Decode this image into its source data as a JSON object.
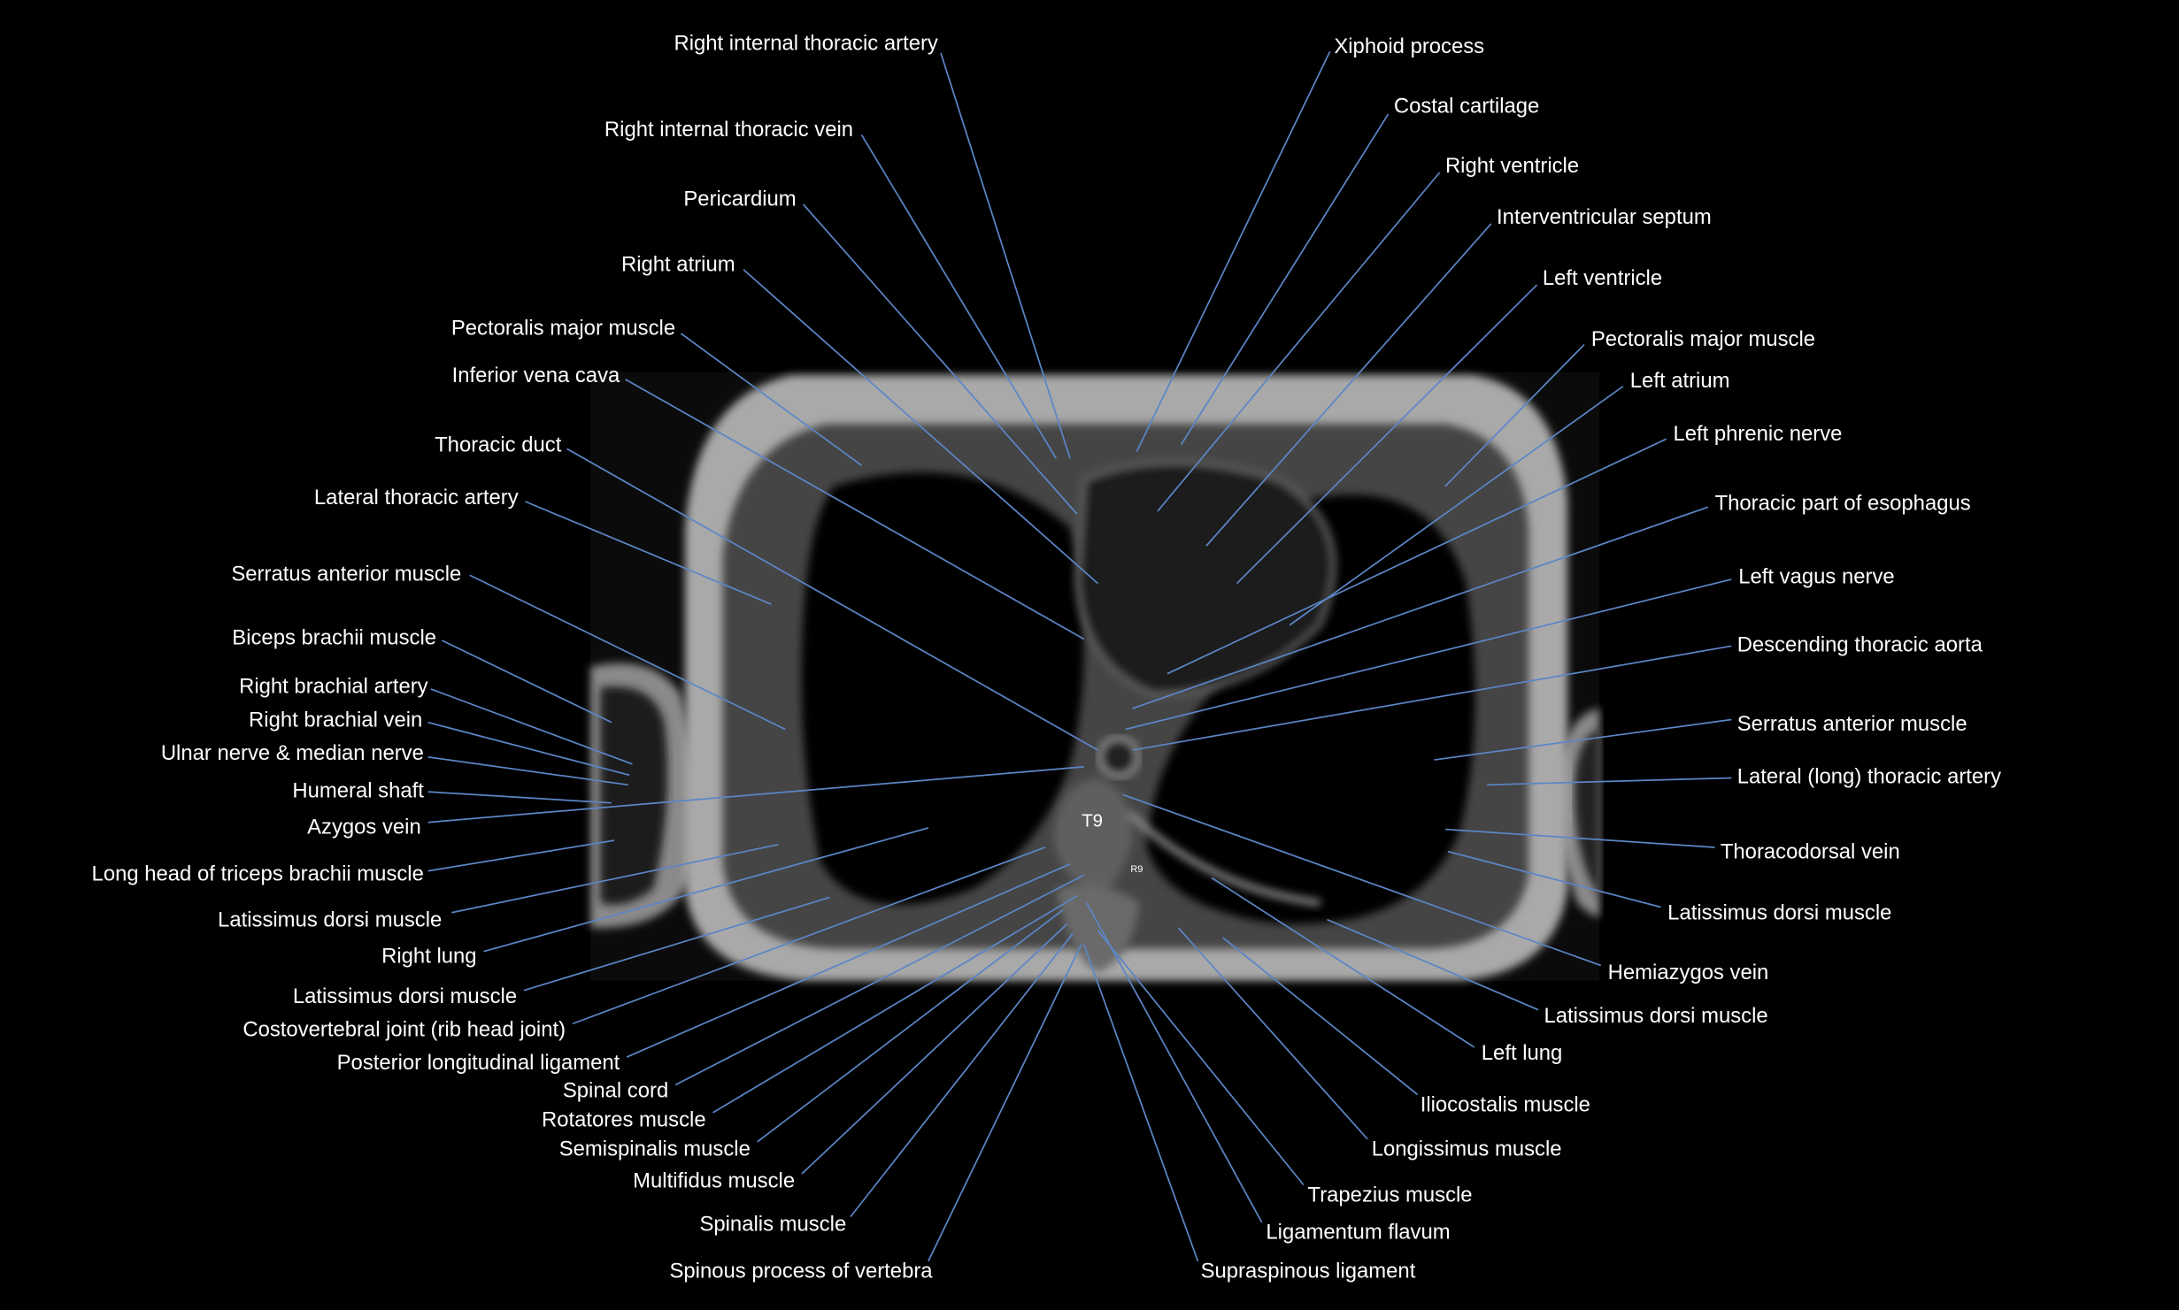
{
  "image": {
    "vertebra_label": "T9",
    "rib_label": "R9",
    "leader_color": "#5b86c6",
    "label_color": "#ffffff",
    "background": "#000000"
  },
  "labels_left": [
    "Right internal thoracic artery",
    "Right internal thoracic vein",
    "Pericardium",
    "Right atrium",
    "Pectoralis major muscle",
    "Inferior vena cava",
    "Thoracic duct",
    "Lateral thoracic artery",
    "Serratus anterior muscle",
    "Biceps brachii muscle",
    "Right brachial artery",
    "Right brachial vein",
    "Ulnar nerve & median nerve",
    "Humeral shaft",
    "Azygos vein",
    "Long head of triceps brachii muscle",
    "Latissimus dorsi muscle",
    "Right lung",
    "Latissimus dorsi muscle",
    "Costovertebral joint (rib head joint)",
    "Posterior longitudinal ligament",
    "Spinal cord",
    "Rotatores muscle",
    "Semispinalis muscle",
    "Multifidus muscle",
    "Spinalis muscle",
    "Spinous process of vertebra"
  ],
  "labels_right": [
    "Xiphoid process",
    "Costal cartilage",
    "Right ventricle",
    "Interventricular septum",
    "Left ventricle",
    "Pectoralis major muscle",
    "Left atrium",
    "Left phrenic nerve",
    "Thoracic part of esophagus",
    "Left vagus nerve",
    "Descending thoracic aorta",
    "Serratus anterior muscle",
    "Lateral (long) thoracic artery",
    "Thoracodorsal vein",
    "Latissimus dorsi muscle",
    "Hemiazygos vein",
    "Latissimus dorsi muscle",
    "Left lung",
    "Iliocostalis muscle",
    "Longissimus muscle",
    "Trapezius muscle",
    "Ligamentum flavum",
    "Supraspinous ligament"
  ]
}
